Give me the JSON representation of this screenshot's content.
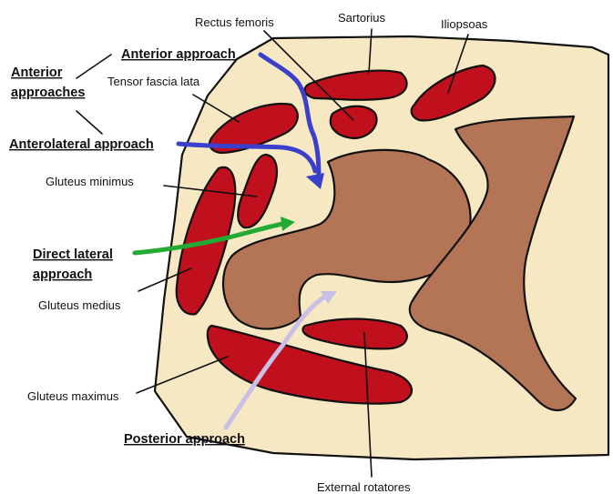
{
  "colors": {
    "background": "#ffffff",
    "tissue": "#f6e8c2",
    "muscle": "#c0101e",
    "bone": "#b37556",
    "outline": "#111111",
    "anterior_arrow": "#3a40cc",
    "lateral_arrow": "#22aa33",
    "posterior_arrow": "#c8c0e6"
  },
  "labels": {
    "rectus_femoris": "Rectus femoris",
    "sartorius": "Sartorius",
    "iliopsoas": "Iliopsoas",
    "tensor_fascia_lata": "Tensor fascia lata",
    "gluteus_minimus": "Gluteus minimus",
    "gluteus_medius": "Gluteus medius",
    "gluteus_maximus": "Gluteus maximus",
    "external_rotatores": "External rotatores"
  },
  "approaches": {
    "group_line1": "Anterior",
    "group_line2": "approaches",
    "anterior": "Anterior approach",
    "anterolateral": "Anterolateral approach",
    "direct_lateral_line1": "Direct lateral",
    "direct_lateral_line2": "approach",
    "posterior": "Posterior approach"
  }
}
